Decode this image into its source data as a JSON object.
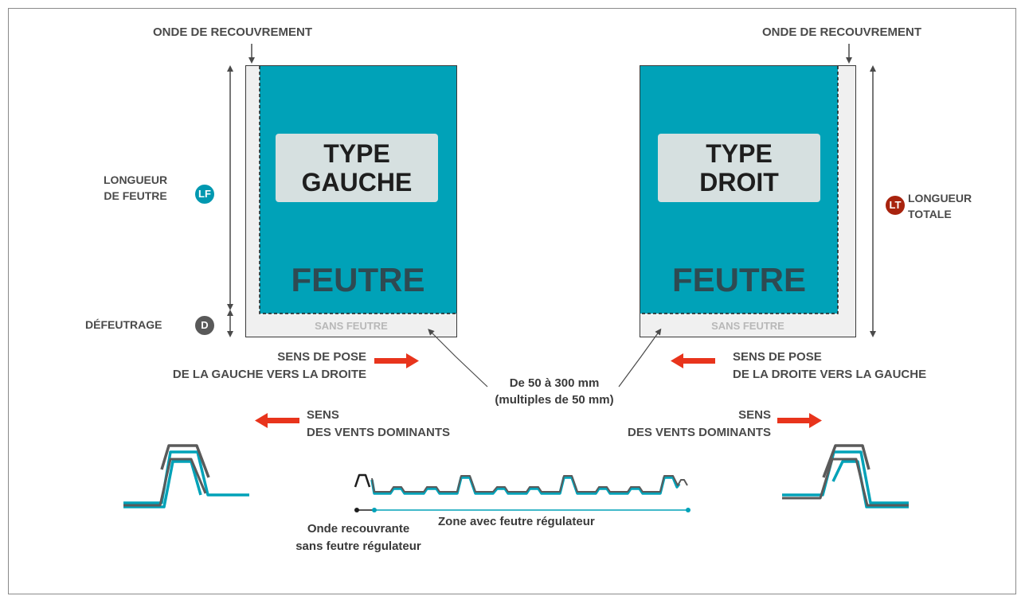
{
  "colors": {
    "teal": "#00a2b8",
    "red_arrow": "#e8341c",
    "badge_lf": "#0098b0",
    "badge_lt": "#a8230e",
    "badge_d": "#595959",
    "dark_profile": "#5a5a5a"
  },
  "overlap_label_left": "ONDE DE RECOUVREMENT",
  "overlap_label_right": "ONDE DE RECOUVREMENT",
  "left_panel": {
    "type_line1": "TYPE",
    "type_line2": "GAUCHE",
    "felt_label": "FEUTRE",
    "no_felt_label": "SANS FEUTRE"
  },
  "right_panel": {
    "type_line1": "TYPE",
    "type_line2": "DROIT",
    "felt_label": "FEUTRE",
    "no_felt_label": "SANS FEUTRE"
  },
  "felt_length": {
    "line1": "LONGUEUR",
    "line2": "DE FEUTRE",
    "badge": "LF"
  },
  "total_length": {
    "line1": "LONGUEUR",
    "line2": "TOTALE",
    "badge": "LT"
  },
  "defelting": {
    "label": "DÉFEUTRAGE",
    "badge": "D"
  },
  "laying_left": {
    "line1": "SENS DE POSE",
    "line2": "DE LA GAUCHE VERS LA DROITE"
  },
  "laying_right": {
    "line1": "SENS DE POSE",
    "line2": "DE LA DROITE VERS LA GAUCHE"
  },
  "range_note": {
    "line1": "De 50 à 300 mm",
    "line2": "(multiples de 50 mm)"
  },
  "wind_left": {
    "line1": "SENS",
    "line2": "DES VENTS DOMINANTS"
  },
  "wind_right": {
    "line1": "SENS",
    "line2": "DES VENTS DOMINANTS"
  },
  "overlap_wave_note": {
    "line1": "Onde recouvrante",
    "line2": "sans feutre régulateur"
  },
  "felt_zone_note": "Zone avec feutre régulateur"
}
